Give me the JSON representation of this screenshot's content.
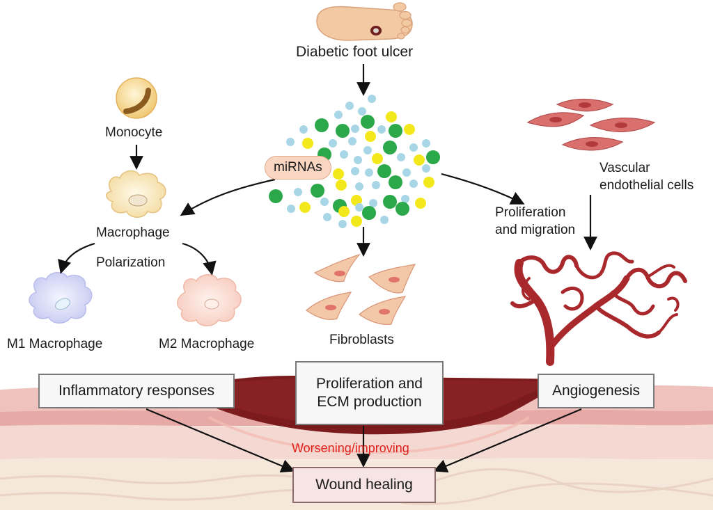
{
  "title_node": "Diabetic foot ulcer",
  "mirna_label": "miRNAs",
  "cells": {
    "monocyte": "Monocyte",
    "macrophage": "Macrophage",
    "polarization": "Polarization",
    "m1": "M1 Macrophage",
    "m2": "M2 Macrophage",
    "fibroblasts": "Fibroblasts",
    "vascular_line1": "Vascular",
    "vascular_line2": "endothelial cells",
    "prolif_line1": "Proliferation",
    "prolif_line2": "and migration"
  },
  "boxes": {
    "inflammatory": "Inflammatory responses",
    "ecm_line1": "Proliferation and",
    "ecm_line2": "ECM production",
    "angiogenesis": "Angiogenesis",
    "wound": "Wound healing"
  },
  "effect_label": "Worsening/improving",
  "colors": {
    "dot_green": "#2aa84a",
    "dot_yellow": "#f2e81c",
    "dot_blue": "#a9d6e6",
    "vessel": "#a8282c",
    "wound": "#7b1b1d",
    "skin": "#efc4c0",
    "effect_text": "#e0201c"
  }
}
